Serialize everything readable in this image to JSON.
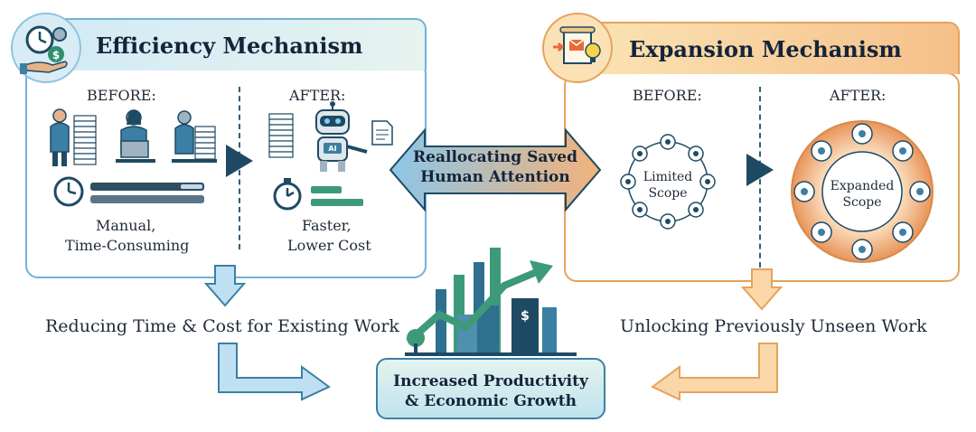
{
  "efficiency": {
    "title": "Efficiency Mechanism",
    "before_label": "BEFORE:",
    "after_label": "AFTER:",
    "before_caption_1": "Manual,",
    "before_caption_2": "Time-Consuming",
    "after_caption_1": "Faster,",
    "after_caption_2": "Lower Cost",
    "outcome": "Reducing Time & Cost for Existing Work",
    "icon": "clock-money-hand-icon"
  },
  "expansion": {
    "title": "Expansion Mechanism",
    "before_label": "BEFORE:",
    "after_label": "AFTER:",
    "limited_scope_1": "Limited",
    "limited_scope_2": "Scope",
    "expanded_scope_1": "Expanded",
    "expanded_scope_2": "Scope",
    "outcome": "Unlocking Previously Unseen Work",
    "icon": "scroll-lightbulb-icon"
  },
  "center": {
    "realloc_1": "Reallocating Saved",
    "realloc_2": "Human Attention",
    "result_1": "Increased Productivity",
    "result_2": "& Economic Growth",
    "illustration": "growth-city-chart-icon"
  },
  "colors": {
    "blue_accent": "#6fb2dc",
    "orange_accent": "#e6a25d",
    "dark_navy": "#1f4a63",
    "teal": "#3d8a8a"
  }
}
